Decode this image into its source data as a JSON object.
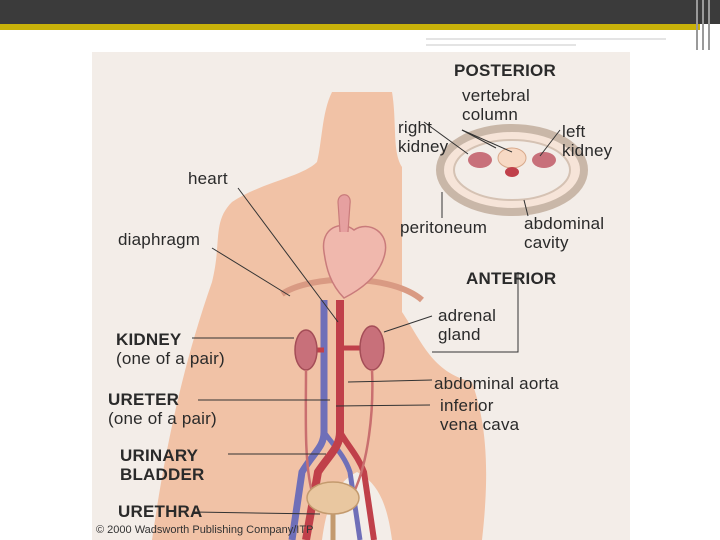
{
  "labels": {
    "posterior": "POSTERIOR",
    "vertebral_column": [
      "vertebral",
      "column"
    ],
    "right_kidney": [
      "right",
      "kidney"
    ],
    "left_kidney": [
      "left",
      "kidney"
    ],
    "peritoneum": "peritoneum",
    "abdominal_cavity": [
      "abdominal",
      "cavity"
    ],
    "anterior": "ANTERIOR",
    "heart": "heart",
    "diaphragm": "diaphragm",
    "adrenal_gland": [
      "adrenal",
      "gland"
    ],
    "kidney": [
      "KIDNEY",
      "(one of a pair)"
    ],
    "abdominal_aorta": "abdominal aorta",
    "inferior_vena_cava": [
      "inferior",
      "vena cava"
    ],
    "ureter": [
      "URETER",
      "(one of a pair)"
    ],
    "urinary_bladder": [
      "URINARY",
      "BLADDER"
    ],
    "urethra": "URETHRA"
  },
  "copyright": "© 2000 Wadsworth Publishing Company/ITP",
  "colors": {
    "header_bar": "#3b3b3b",
    "accent_bar": "#c9b20a",
    "skin": "#f1c2a6",
    "kidney": "#c8707a",
    "artery": "#c0404a",
    "vein": "#6f6fb8"
  }
}
